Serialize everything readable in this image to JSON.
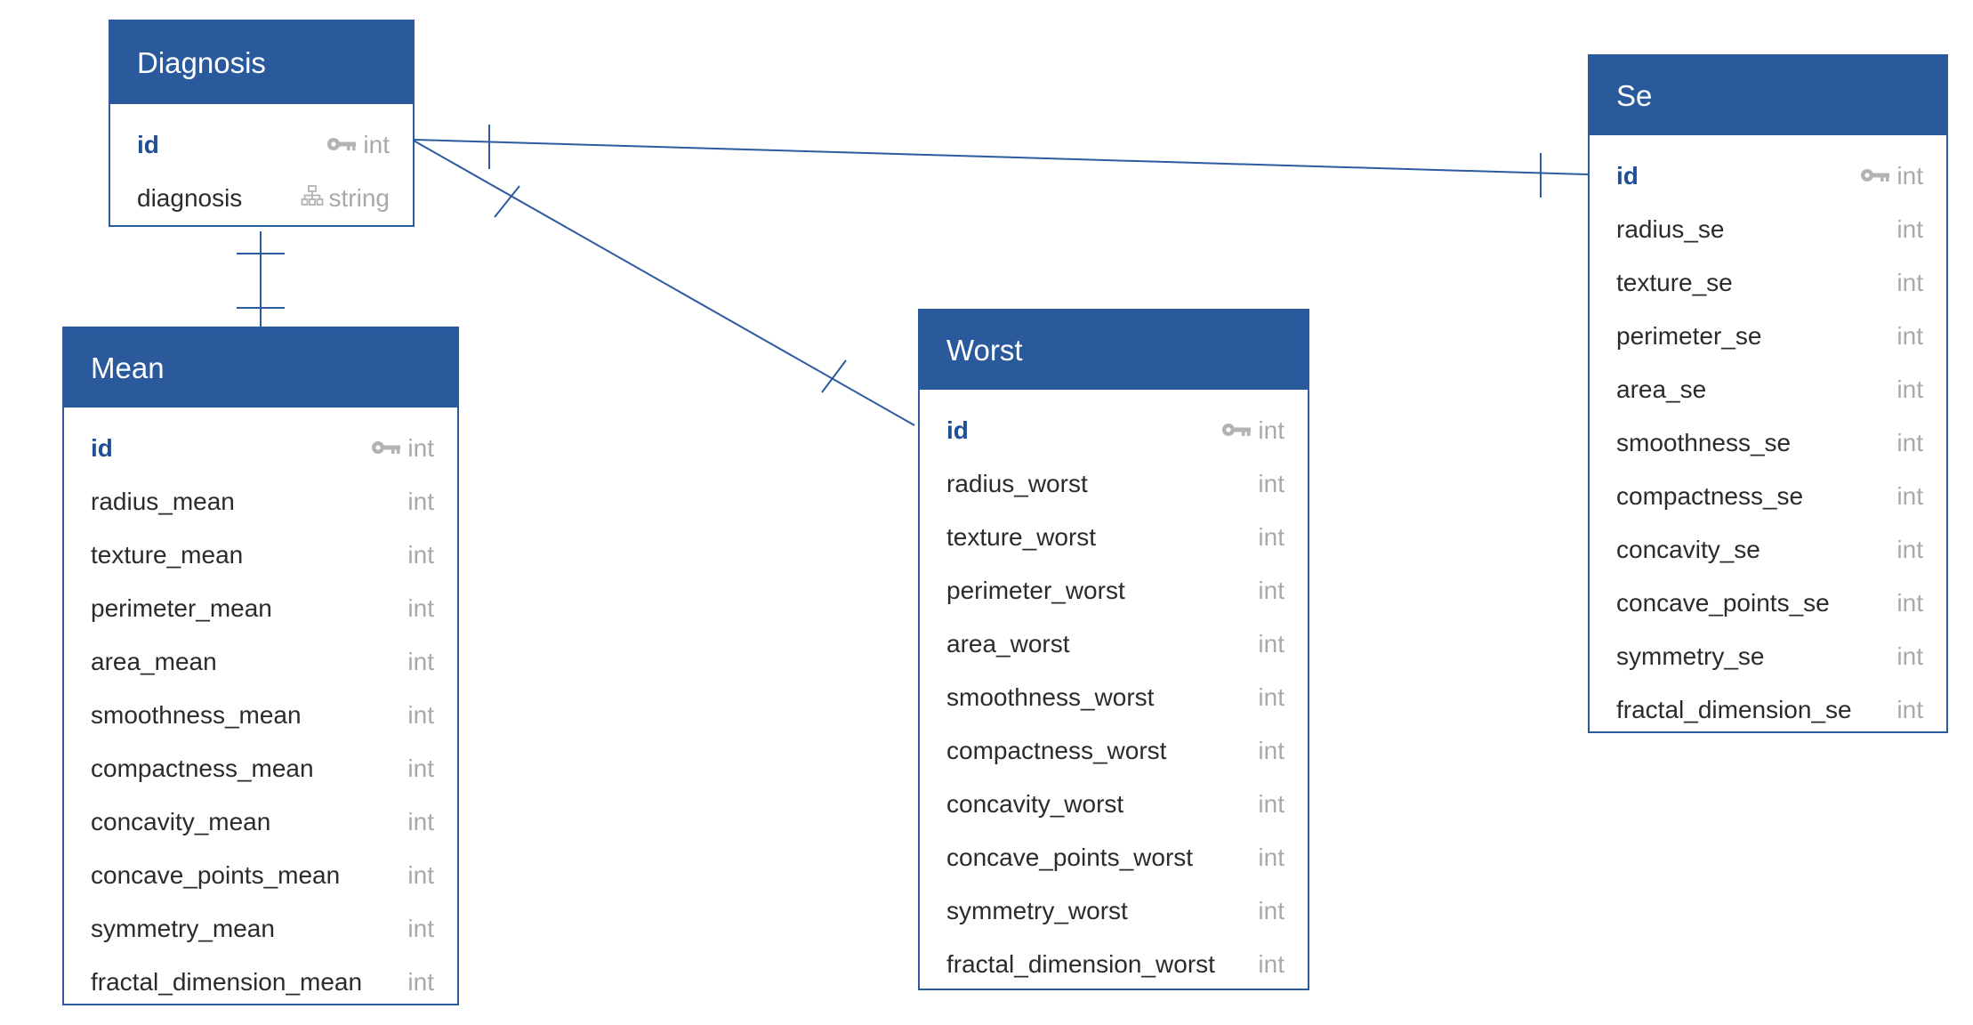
{
  "colors": {
    "header_bg": "#2a5a9c",
    "border": "#2c5aa0",
    "connector": "#2c5aa0",
    "pk_text": "#1f4f96",
    "type_text": "#a9a9a9",
    "field_text": "#2b2b2b"
  },
  "tables": {
    "diagnosis": {
      "title": "Diagnosis",
      "fields": [
        {
          "name": "id",
          "type": "int",
          "icon": "key-icon",
          "pk": true
        },
        {
          "name": "diagnosis",
          "type": "string",
          "icon": "hierarchy-icon",
          "pk": false
        }
      ]
    },
    "mean": {
      "title": "Mean",
      "fields": [
        {
          "name": "id",
          "type": "int",
          "icon": "key-icon",
          "pk": true
        },
        {
          "name": "radius_mean",
          "type": "int"
        },
        {
          "name": "texture_mean",
          "type": "int"
        },
        {
          "name": "perimeter_mean",
          "type": "int"
        },
        {
          "name": "area_mean",
          "type": "int"
        },
        {
          "name": "smoothness_mean",
          "type": "int"
        },
        {
          "name": "compactness_mean",
          "type": "int"
        },
        {
          "name": "concavity_mean",
          "type": "int"
        },
        {
          "name": "concave_points_mean",
          "type": "int"
        },
        {
          "name": "symmetry_mean",
          "type": "int"
        },
        {
          "name": "fractal_dimension_mean",
          "type": "int"
        }
      ]
    },
    "worst": {
      "title": "Worst",
      "fields": [
        {
          "name": "id",
          "type": "int",
          "icon": "key-icon",
          "pk": true
        },
        {
          "name": "radius_worst",
          "type": "int"
        },
        {
          "name": "texture_worst",
          "type": "int"
        },
        {
          "name": "perimeter_worst",
          "type": "int"
        },
        {
          "name": "area_worst",
          "type": "int"
        },
        {
          "name": "smoothness_worst",
          "type": "int"
        },
        {
          "name": "compactness_worst",
          "type": "int"
        },
        {
          "name": "concavity_worst",
          "type": "int"
        },
        {
          "name": "concave_points_worst",
          "type": "int"
        },
        {
          "name": "symmetry_worst",
          "type": "int"
        },
        {
          "name": "fractal_dimension_worst",
          "type": "int"
        }
      ]
    },
    "se": {
      "title": "Se",
      "fields": [
        {
          "name": "id",
          "type": "int",
          "icon": "key-icon",
          "pk": true
        },
        {
          "name": "radius_se",
          "type": "int"
        },
        {
          "name": "texture_se",
          "type": "int"
        },
        {
          "name": "perimeter_se",
          "type": "int"
        },
        {
          "name": "area_se",
          "type": "int"
        },
        {
          "name": "smoothness_se",
          "type": "int"
        },
        {
          "name": "compactness_se",
          "type": "int"
        },
        {
          "name": "concavity_se",
          "type": "int"
        },
        {
          "name": "concave_points_se",
          "type": "int"
        },
        {
          "name": "symmetry_se",
          "type": "int"
        },
        {
          "name": "fractal_dimension_se",
          "type": "int"
        }
      ]
    }
  },
  "relationships": [
    {
      "from": "diagnosis",
      "to": "mean",
      "cardinality": "one-to-one"
    },
    {
      "from": "diagnosis",
      "to": "worst",
      "cardinality": "one-to-one"
    },
    {
      "from": "diagnosis",
      "to": "se",
      "cardinality": "one-to-one"
    }
  ]
}
